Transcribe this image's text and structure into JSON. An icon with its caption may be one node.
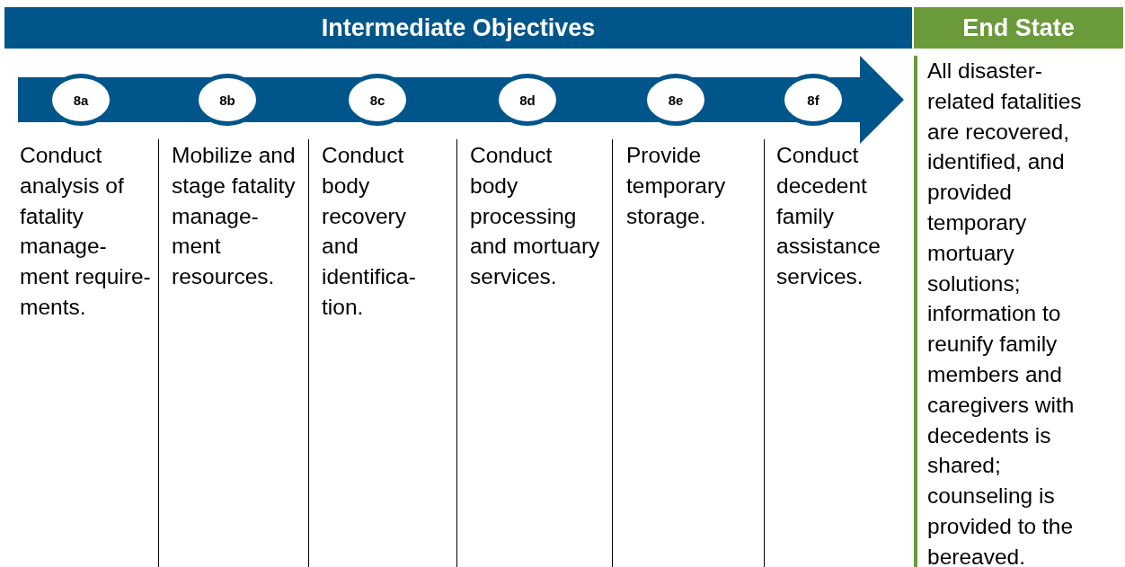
{
  "diagram": {
    "nodes": [
      {
        "text": [
          "Intermediate Objectives"
        ]
      },
      {
        "text": [
          "End State"
        ],
        "beside": [
          "All disaster- related fatalities are recovered, identified, and provided temporary mortuary solutions; information to reunify family members and caregivers with decedents is shared; counseling is provided to the bereaved."
        ]
      },
      {
        "text": [
          "8a"
        ],
        "beside": [
          "Conduct analysis of fatality manage- ment require- ments."
        ]
      },
      {
        "text": [
          "8b"
        ],
        "beside": [
          "Mobilize and stage fatality manage- ment resources."
        ]
      },
      {
        "text": [
          "8c"
        ],
        "beside": [
          "Conduct body recovery and identifica- tion."
        ]
      },
      {
        "text": [
          "8d"
        ],
        "beside": [
          "Conduct body processing and mortuary services."
        ]
      },
      {
        "text": [
          "8e"
        ],
        "beside": [
          "Provide temporary storage."
        ]
      },
      {
        "text": [
          "8f"
        ],
        "beside": [
          "Conduct decedent family assistance services."
        ]
      }
    ]
  }
}
